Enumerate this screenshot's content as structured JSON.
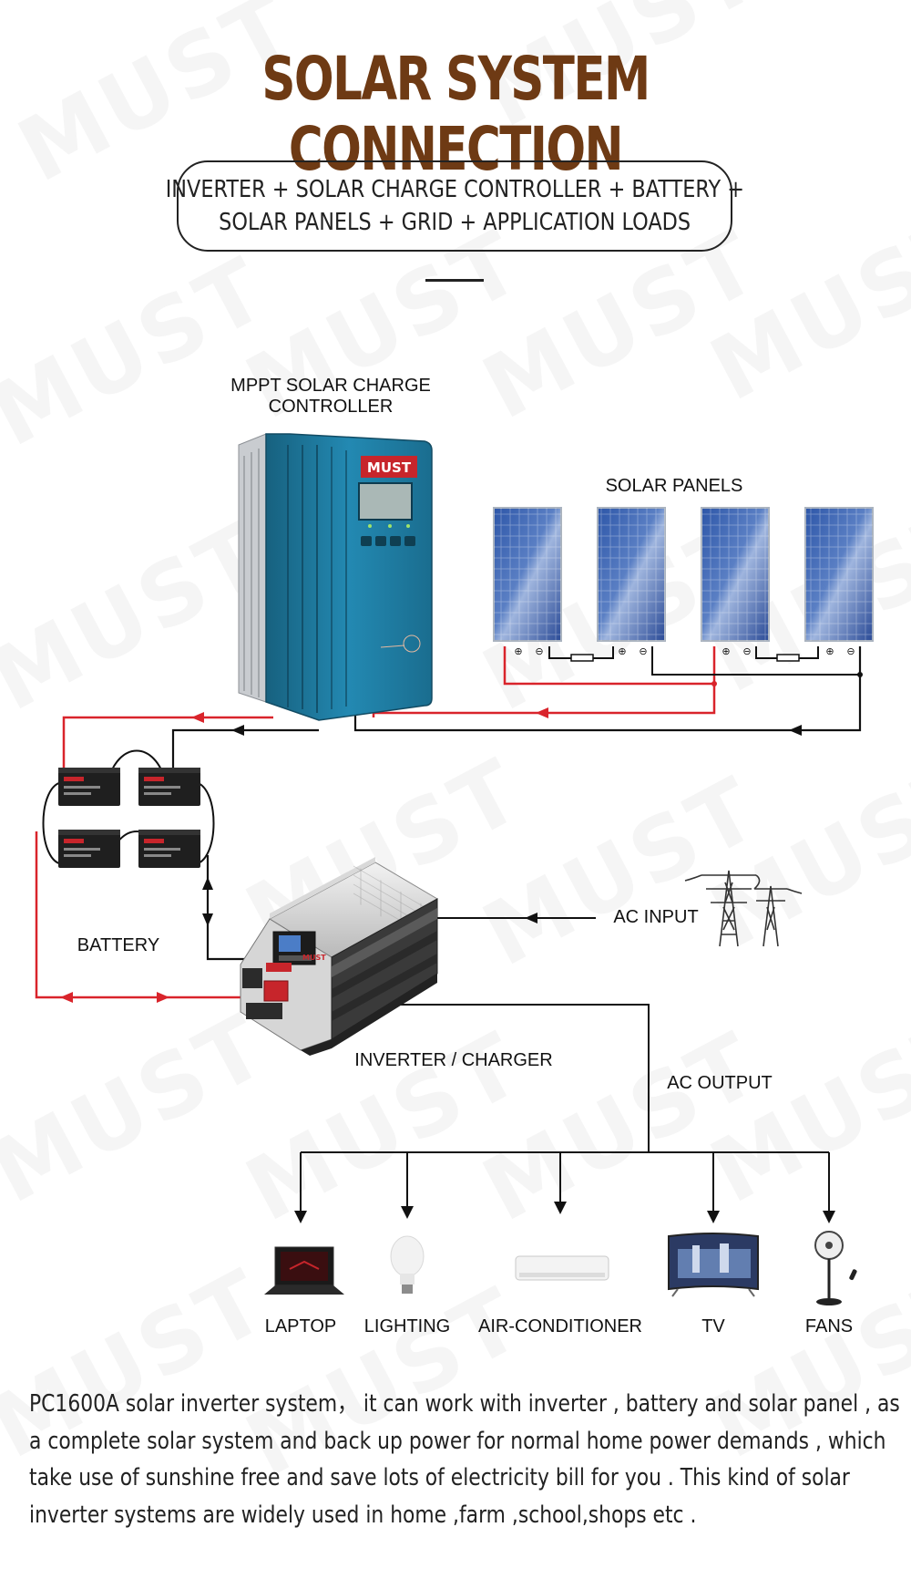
{
  "title": "SOLAR SYSTEM CONNECTION",
  "subtitle": {
    "line1": "INVERTER + SOLAR CHARGE CONTROLLER + BATTERY +",
    "line2": "SOLAR PANELS + GRID + APPLICATION LOADS"
  },
  "watermark": "MUST",
  "components": {
    "controller_label_line1": "MPPT SOLAR CHARGE",
    "controller_label_line2": "CONTROLLER",
    "controller_brand": "MUST",
    "solar_panels": "SOLAR PANELS",
    "battery": "BATTERY",
    "inverter": "INVERTER / CHARGER",
    "inverter_brand": "MUST",
    "ac_input": "AC INPUT",
    "ac_output": "AC OUTPUT"
  },
  "loads": [
    "LAPTOP",
    "LIGHTING",
    "AIR-CONDITIONER",
    "TV",
    "FANS"
  ],
  "description": [
    "PC1600A solar inverter system，  it can work with inverter , battery and solar panel ,  as",
    "a complete solar system and back up power for normal home power demands , which",
    "take use of sunshine free and save lots of electricity bill for you . This kind of solar",
    "inverter systems are widely used in home ,farm ,school,shops etc ."
  ],
  "colors": {
    "title": "#6e3a14",
    "positive_wire": "#d9242b",
    "negative_wire": "#111111",
    "controller_body": "#1f7fa6",
    "panel_cells": "#2c4a9a"
  }
}
